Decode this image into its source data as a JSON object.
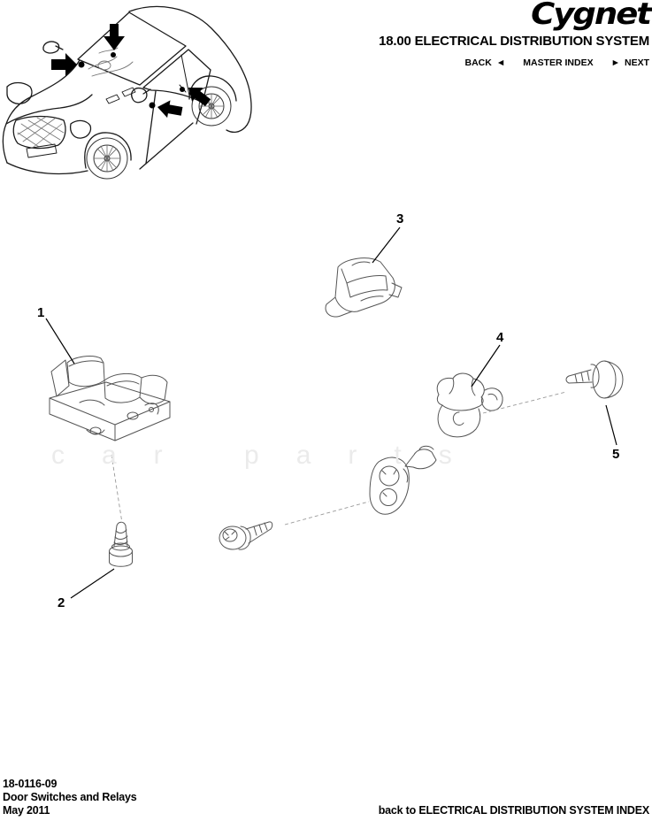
{
  "header": {
    "logo": "Cygnet",
    "title": "18.00 ELECTRICAL DISTRIBUTION SYSTEM",
    "nav": {
      "back": "BACK",
      "back_arrow": "◄",
      "master_index": "MASTER INDEX",
      "next_arrow": "►",
      "next": "NEXT"
    }
  },
  "diagram": {
    "watermark": "car parts",
    "callouts": [
      "1",
      "2",
      "3",
      "4",
      "5"
    ]
  },
  "footer": {
    "doc_number": "18-0116-09",
    "doc_title": "Door Switches and Relays",
    "date": "May 2011",
    "index_link": "back to ELECTRICAL DISTRIBUTION SYSTEM INDEX"
  },
  "colors": {
    "ink": "#000000",
    "sketch": "#555555",
    "watermark": "#ebebeb",
    "background": "#ffffff"
  }
}
